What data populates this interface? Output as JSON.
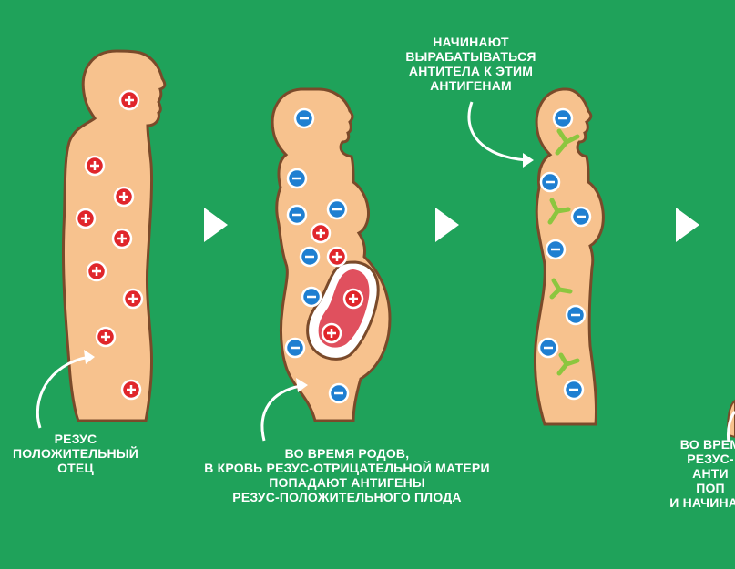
{
  "captions": {
    "father": "РЕЗУС\nПОЛОЖИТЕЛЬНЫЙ\nОТЕЦ",
    "birth": "ВО ВРЕМЯ РОДОВ,\nВ КРОВЬ РЕЗУС-ОТРИЦАТЕЛЬНОЙ МАТЕРИ\nПОПАДАЮТ АНТИГЕНЫ\nРЕЗУС-ПОЛОЖИТЕЛЬНОГО ПЛОДА",
    "antibodies": "НАЧИНАЮТ\nВЫРАБАТЫВАТЬСЯ\nАНТИТЕЛА К ЭТИМ\nАНТИГЕНАМ",
    "next_partial": "ВО ВРЕМ\nРЕЗУС-\nАНТИ\nПОП\nИ НАЧИНАЮ"
  },
  "symbols": {
    "positive": "+",
    "negative": "−"
  },
  "colors": {
    "background": "#1fa25a",
    "body": "#f7c28e",
    "body_outline": "#7a4a2a",
    "positive": "#e0262b",
    "negative": "#1f7fd1",
    "antibody": "#8cc63f",
    "placenta": "#e0505e",
    "text": "#ffffff"
  }
}
